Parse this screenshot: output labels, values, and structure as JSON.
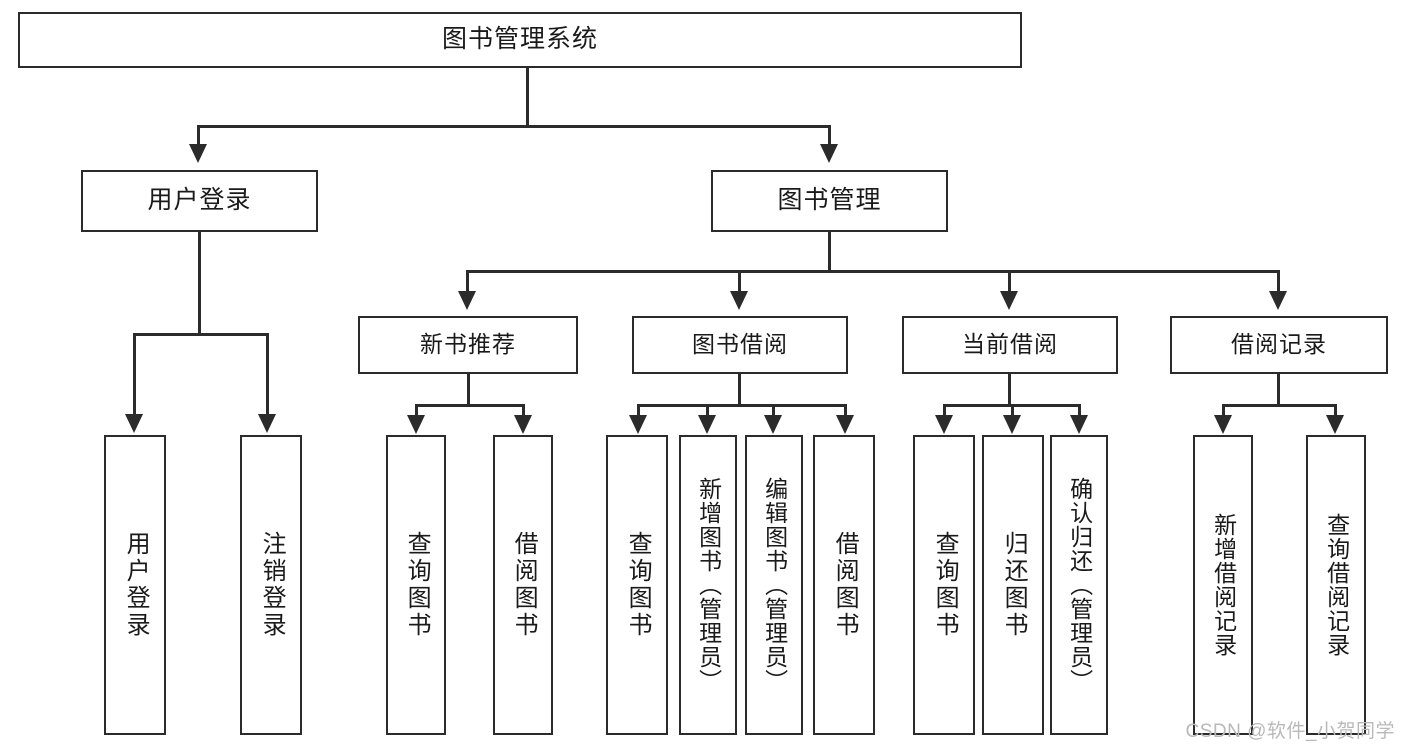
{
  "diagram": {
    "title": "图书管理系统",
    "type": "tree",
    "root": {
      "id": "root",
      "label": "图书管理系统"
    },
    "level2": [
      {
        "id": "user-login",
        "label": "用户登录"
      },
      {
        "id": "book-management",
        "label": "图书管理"
      }
    ],
    "level3": [
      {
        "id": "new-book-recommend",
        "label": "新书推荐",
        "parent": "book-management"
      },
      {
        "id": "book-borrow",
        "label": "图书借阅",
        "parent": "book-management"
      },
      {
        "id": "current-borrow",
        "label": "当前借阅",
        "parent": "book-management"
      },
      {
        "id": "borrow-record",
        "label": "借阅记录",
        "parent": "book-management"
      }
    ],
    "leaves": {
      "user-login": [
        {
          "id": "leaf-user-login",
          "label": "用户登录"
        },
        {
          "id": "leaf-logout",
          "label": "注销登录"
        }
      ],
      "new-book-recommend": [
        {
          "id": "leaf-query-book-1",
          "label": "查询图书"
        },
        {
          "id": "leaf-borrow-book-1",
          "label": "借阅图书"
        }
      ],
      "book-borrow": [
        {
          "id": "leaf-query-book-2",
          "label": "查询图书"
        },
        {
          "id": "leaf-add-book",
          "label": "新增图书（管理员）"
        },
        {
          "id": "leaf-edit-book",
          "label": "编辑图书（管理员）"
        },
        {
          "id": "leaf-borrow-book-2",
          "label": "借阅图书"
        }
      ],
      "current-borrow": [
        {
          "id": "leaf-query-book-3",
          "label": "查询图书"
        },
        {
          "id": "leaf-return-book",
          "label": "归还图书"
        },
        {
          "id": "leaf-confirm-return",
          "label": "确认归还（管理员）"
        }
      ],
      "borrow-record": [
        {
          "id": "leaf-add-record",
          "label": "新增借阅记录"
        },
        {
          "id": "leaf-query-record",
          "label": "查询借阅记录"
        }
      ]
    },
    "colors": {
      "stroke": "#2b2b2b",
      "background": "#ffffff",
      "text": "#1a1a1a",
      "watermark": "#b9b9b9"
    }
  },
  "watermark": {
    "text": "CSDN @软件_小贺同学"
  }
}
